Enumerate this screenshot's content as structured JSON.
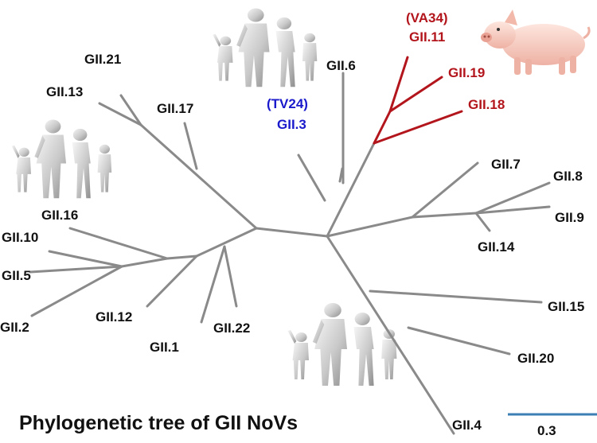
{
  "title": "Phylogenetic tree of GII NoVs",
  "scale_bar": {
    "label": "0.3"
  },
  "colors": {
    "branch": "#8a8a8a",
    "human_label": "#111111",
    "blue_label": "#1a1acc",
    "porcine_red": "#b3151c",
    "scale_bar": "#3b7fb5"
  },
  "icons": [
    "human-family-icon",
    "human-family-icon",
    "human-family-icon",
    "pig-icon"
  ],
  "labels": {
    "GII_21": "GII.21",
    "GII_13": "GII.13",
    "GII_17": "GII.17",
    "GII_16": "GII.16",
    "GII_10": "GII.10",
    "GII_5": "GII.5",
    "GII_2": "GII.2",
    "GII_12": "GII.12",
    "GII_1": "GII.1",
    "GII_22": "GII.22",
    "GII_6": "GII.6",
    "GII_3_strain": "(TV24)",
    "GII_3": "GII.3",
    "GII_11_strain": "(VA34)",
    "GII_11": "GII.11",
    "GII_19": "GII.19",
    "GII_18": "GII.18",
    "GII_7": "GII.7",
    "GII_8": "GII.8",
    "GII_9": "GII.9",
    "GII_14": "GII.14",
    "GII_15": "GII.15",
    "GII_20": "GII.20",
    "GII_4": "GII.4"
  }
}
